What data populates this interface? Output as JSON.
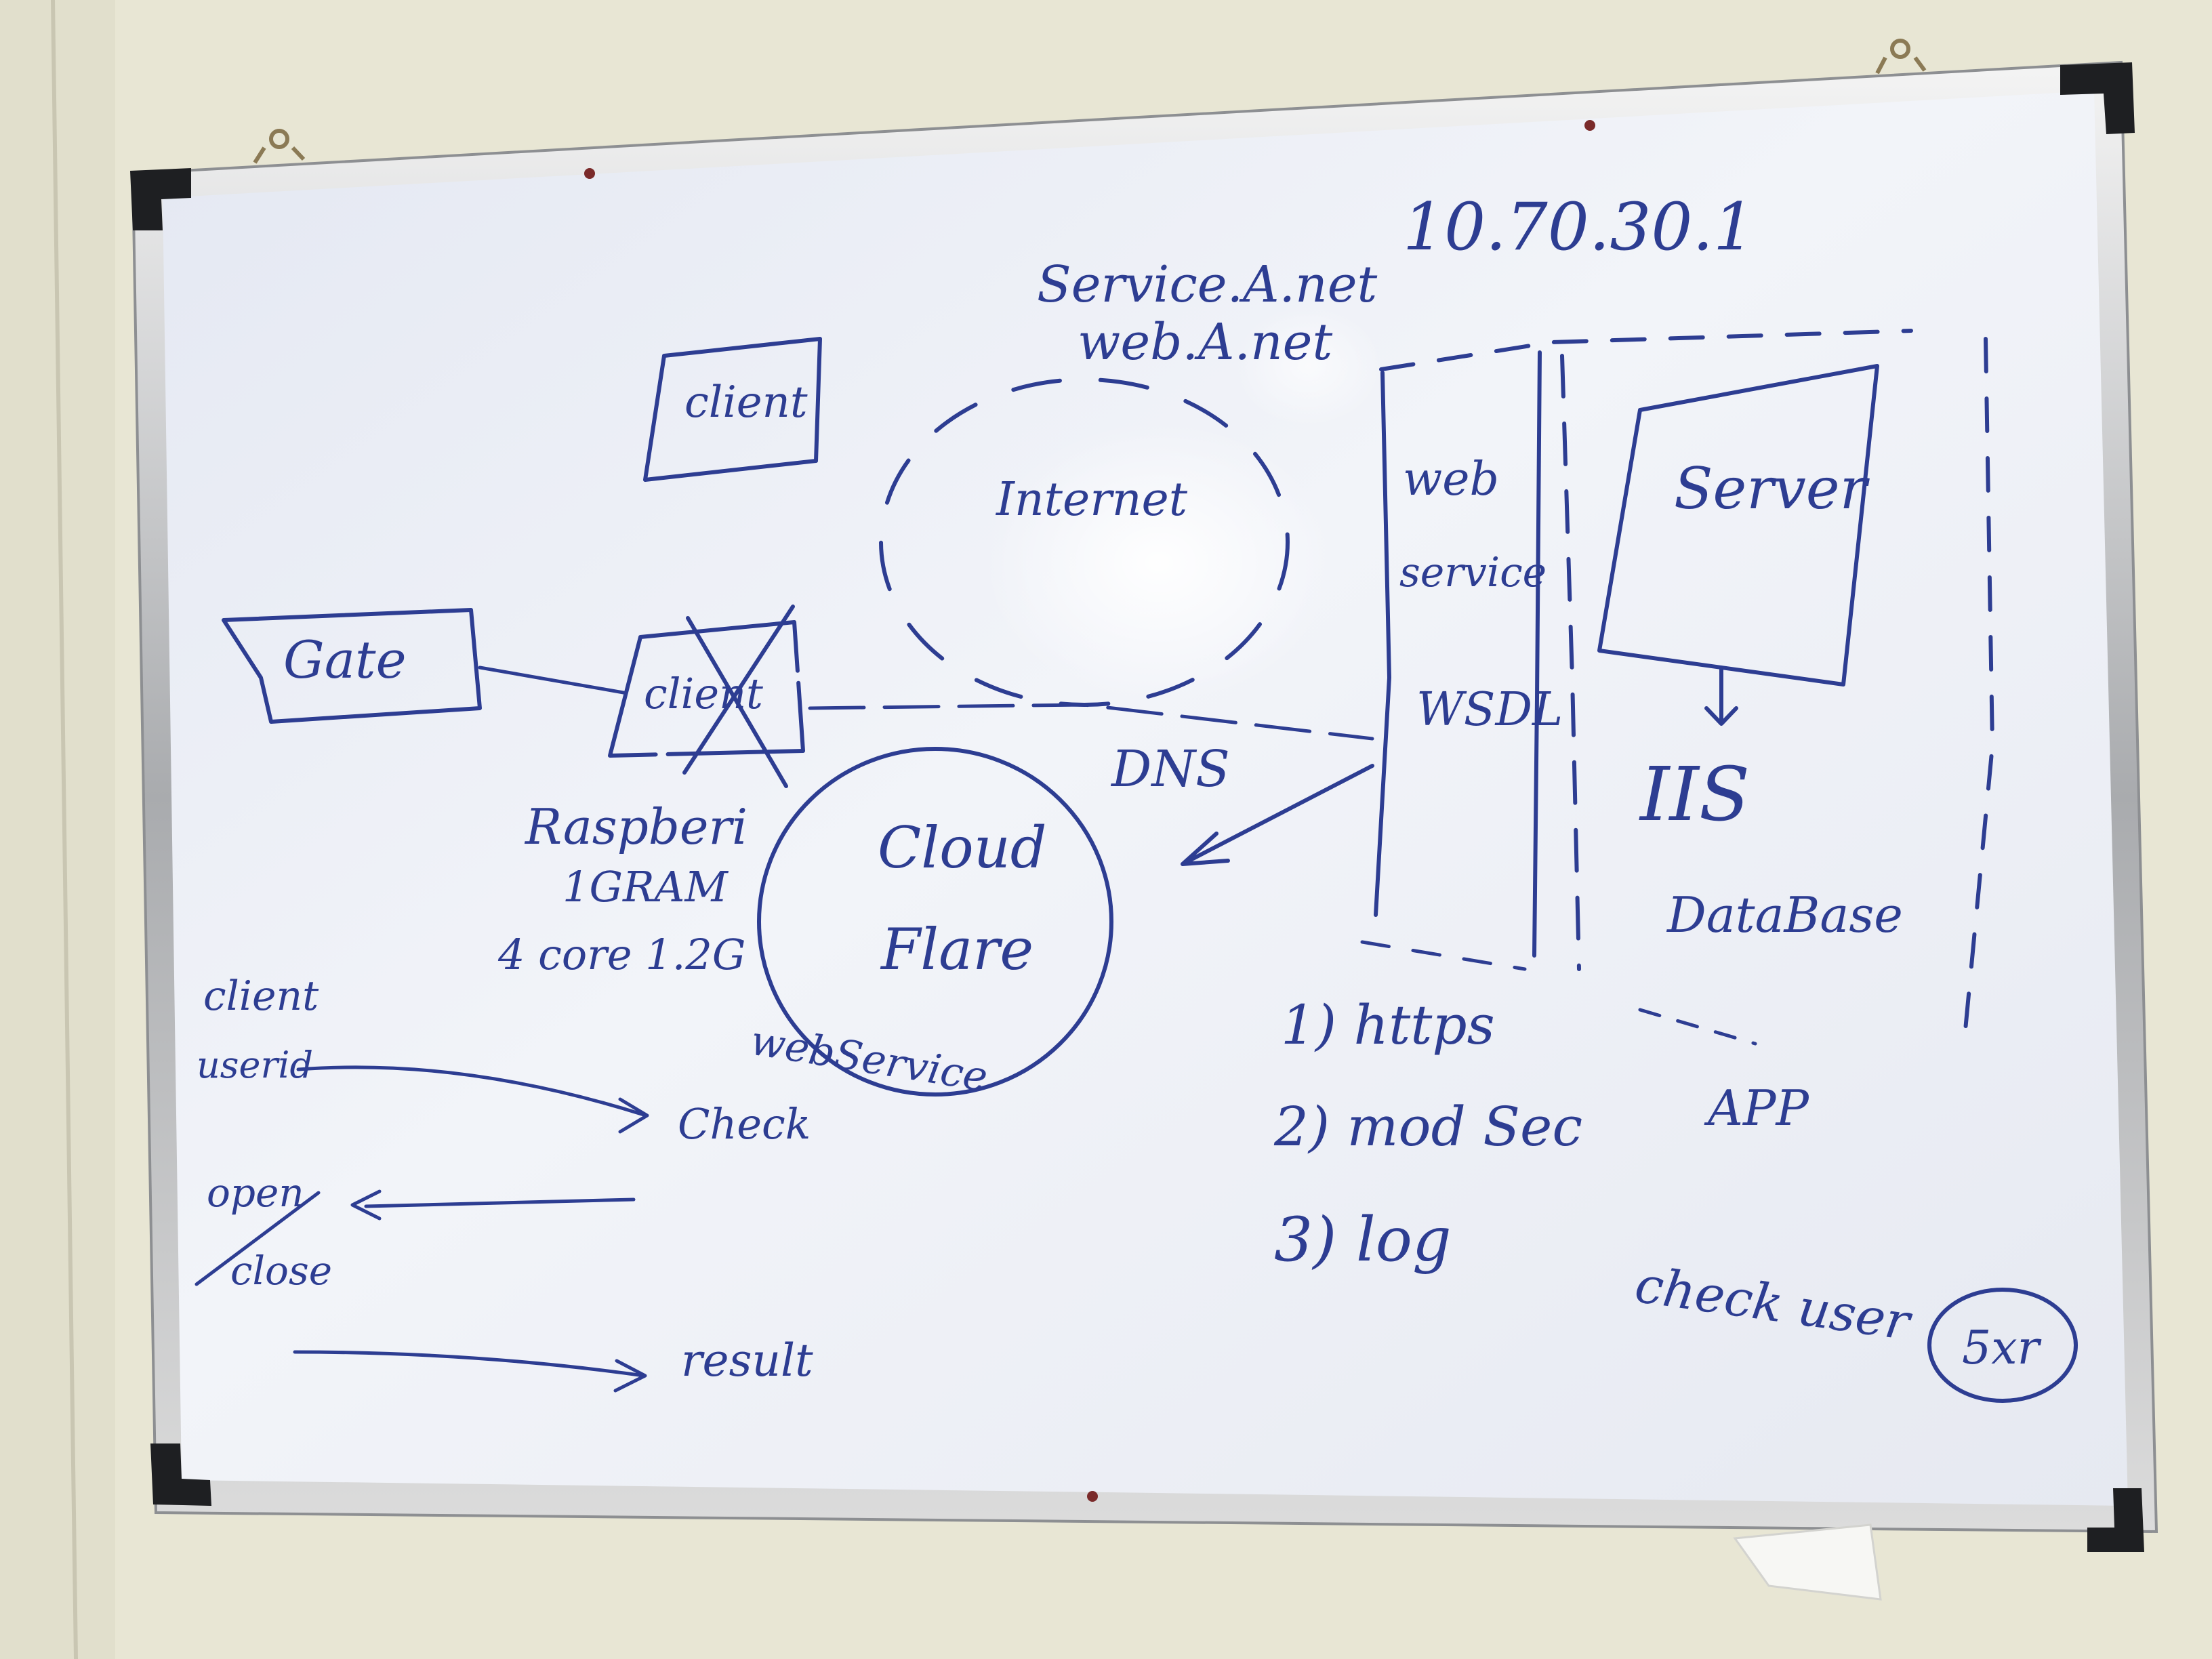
{
  "whiteboard": {
    "ip_address": "10.70.30.1",
    "domain_1": "Service.A.net",
    "domain_2": "web.A.net",
    "client_box_top": "client",
    "internet_label": "Internet",
    "gate_label": "Gate",
    "client_box_crossed": "client",
    "dns_label": "DNS",
    "raspberry_label": "Raspberi",
    "ram_label": "1GRAM",
    "cpu_label": "4 core   1.2G",
    "cloud_label_1": "Cloud",
    "cloud_label_2": "Flare",
    "webservice_label": "webService",
    "web_service_col_1": "web",
    "web_service_col_2": "service",
    "wsdl_label": "WSDL",
    "server_label": "Server",
    "iis_label": "IIS",
    "database_label": "DataBase",
    "app_label": "APP",
    "list_1": "1) https",
    "list_2": "2) mod Sec",
    "list_3": "3) log",
    "flow_client": "client",
    "flow_userid": "userid",
    "flow_check": "Check",
    "flow_open": "open",
    "flow_close": "close",
    "flow_result": "result",
    "check_user": "check user",
    "circled_note": "5xr"
  }
}
